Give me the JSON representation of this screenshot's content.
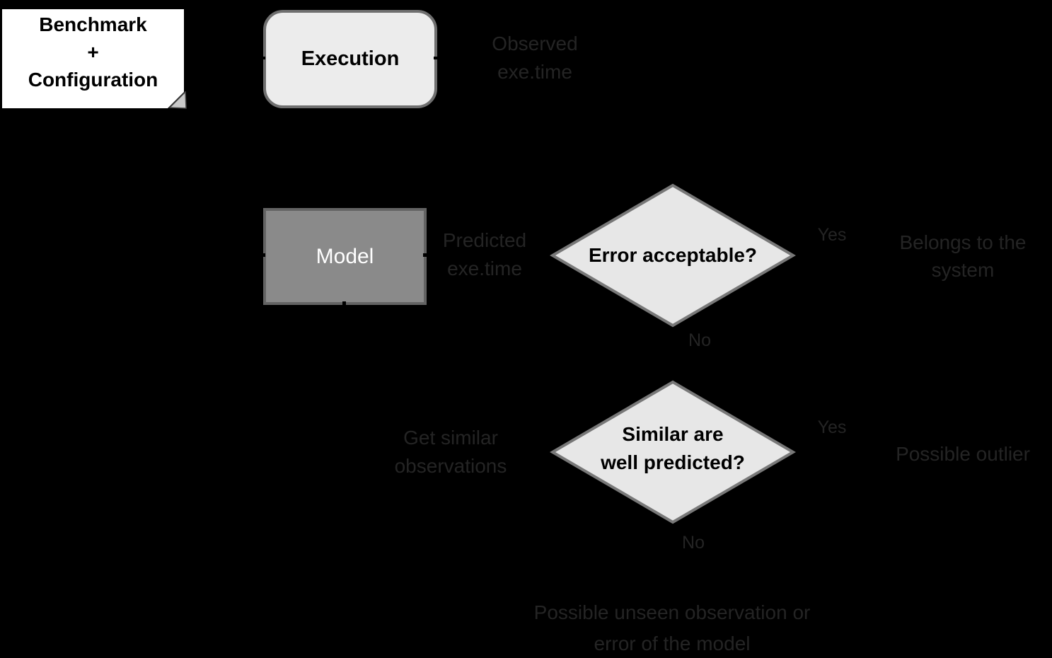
{
  "colors": {
    "background": "#000000",
    "note_fill": "#ffffff",
    "note_text": "#000000",
    "note_fold": "#c9c9c9",
    "note_fold_edge": "#4a4a4a",
    "process_fill": "#ececec",
    "process_border": "#6f6f6f",
    "process_text": "#000000",
    "model_fill": "#8a8a8a",
    "model_border": "#636363",
    "model_text": "#ffffff",
    "diamond_fill": "#e7e7e7",
    "diamond_border": "#787878",
    "diamond_text": "#000000",
    "dim_label_text": "#242424"
  },
  "note": {
    "lines": [
      "Benchmark",
      "+",
      "Configuration"
    ]
  },
  "process": {
    "execution_label": "Execution"
  },
  "model": {
    "label": "Model"
  },
  "decisions": {
    "error_acceptable": {
      "label": "Error acceptable?"
    },
    "similar_predicted": {
      "line1": "Similar are",
      "line2": "well predicted?"
    }
  },
  "labels": {
    "observed": {
      "line1": "Observed",
      "line2": "exe.time"
    },
    "predicted": {
      "line1": "Predicted",
      "line2": "exe.time"
    },
    "get_similar": {
      "line1": "Get similar",
      "line2": "observations"
    },
    "belongs": {
      "line1": "Belongs to the",
      "line2": "system"
    },
    "possible_outlier": "Possible outlier",
    "unseen": {
      "line1": "Possible unseen observation or",
      "line2": "error of the model"
    }
  },
  "edge_labels": {
    "yes1": "Yes",
    "no1": "No",
    "yes2": "Yes",
    "no2": "No"
  }
}
